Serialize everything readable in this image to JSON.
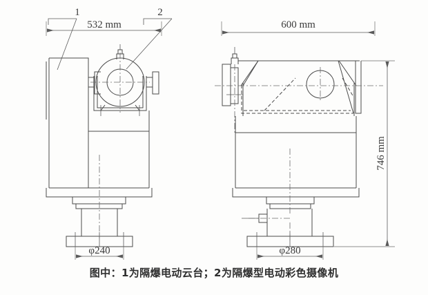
{
  "figure": {
    "caption": "图中：1为隔爆电动云台；2为隔爆型电动彩色摄像机",
    "leaders": [
      {
        "id": "leader-1",
        "label": "1"
      },
      {
        "id": "leader-2",
        "label": "2"
      }
    ],
    "views": {
      "front": {
        "name": "front-view",
        "width_dimension": "532 mm",
        "base_diameter": "φ240"
      },
      "side": {
        "name": "side-view",
        "width_dimension": "600 mm",
        "height_dimension": "746 mm",
        "base_diameter": "φ280"
      }
    },
    "dimensions": {
      "front_width": "532 mm",
      "side_width": "600 mm",
      "total_height": "746 mm",
      "front_base_dia": "φ240",
      "side_base_dia": "φ280"
    },
    "colors": {
      "line": "#4a4a4a",
      "text": "#3a3a3a",
      "background": "#fdfdfc"
    }
  }
}
